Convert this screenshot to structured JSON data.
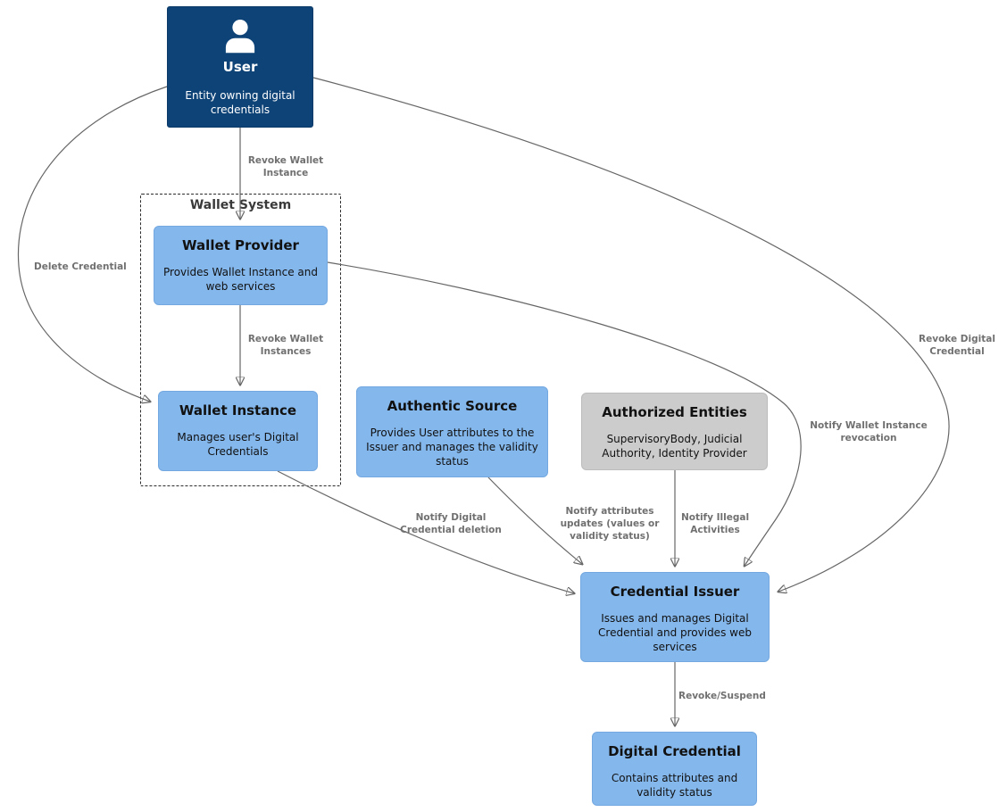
{
  "diagram": {
    "nodes": {
      "user": {
        "title": "User",
        "description": "Entity owning digital credentials"
      },
      "wallet_system": {
        "title": "Wallet System"
      },
      "wallet_provider": {
        "title": "Wallet Provider",
        "description": "Provides Wallet Instance and web services"
      },
      "wallet_instance": {
        "title": "Wallet Instance",
        "description": "Manages user's Digital Credentials"
      },
      "authentic_source": {
        "title": "Authentic Source",
        "description": "Provides User attributes to the Issuer and manages the validity status"
      },
      "authorized_entities": {
        "title": "Authorized Entities",
        "description": "SupervisoryBody, Judicial Authority, Identity Provider"
      },
      "credential_issuer": {
        "title": "Credential Issuer",
        "description": "Issues and manages Digital Credential and provides web services"
      },
      "digital_credential": {
        "title": "Digital Credential",
        "description": "Contains attributes and validity status"
      }
    },
    "edges": [
      {
        "from": "User",
        "to": "Wallet Provider",
        "label": "Revoke Wallet Instance"
      },
      {
        "from": "User",
        "to": "Wallet Instance",
        "label": "Delete Credential"
      },
      {
        "from": "Wallet Provider",
        "to": "Wallet Instance",
        "label": "Revoke Wallet Instances"
      },
      {
        "from": "User",
        "to": "Credential Issuer",
        "label": "Revoke Digital Credential"
      },
      {
        "from": "Wallet Provider",
        "to": "Credential Issuer",
        "label": "Notify Wallet Instance revocation"
      },
      {
        "from": "Wallet Instance",
        "to": "Credential Issuer",
        "label": "Notify Digital Credential deletion"
      },
      {
        "from": "Authentic Source",
        "to": "Credential Issuer",
        "label": "Notify attributes updates (values or validity status)"
      },
      {
        "from": "Authorized Entities",
        "to": "Credential Issuer",
        "label": "Notify Illegal Activities"
      },
      {
        "from": "Credential Issuer",
        "to": "Digital Credential",
        "label": "Revoke/Suspend"
      }
    ],
    "colors": {
      "user_node_fill": "#0e4377",
      "node_fill": "#84b7ec",
      "authorized_entities_fill": "#cccccc",
      "edge_stroke": "#666666",
      "edge_label_text": "#707070",
      "cluster_border": "#2b2b2b",
      "background": "#ffffff"
    }
  }
}
